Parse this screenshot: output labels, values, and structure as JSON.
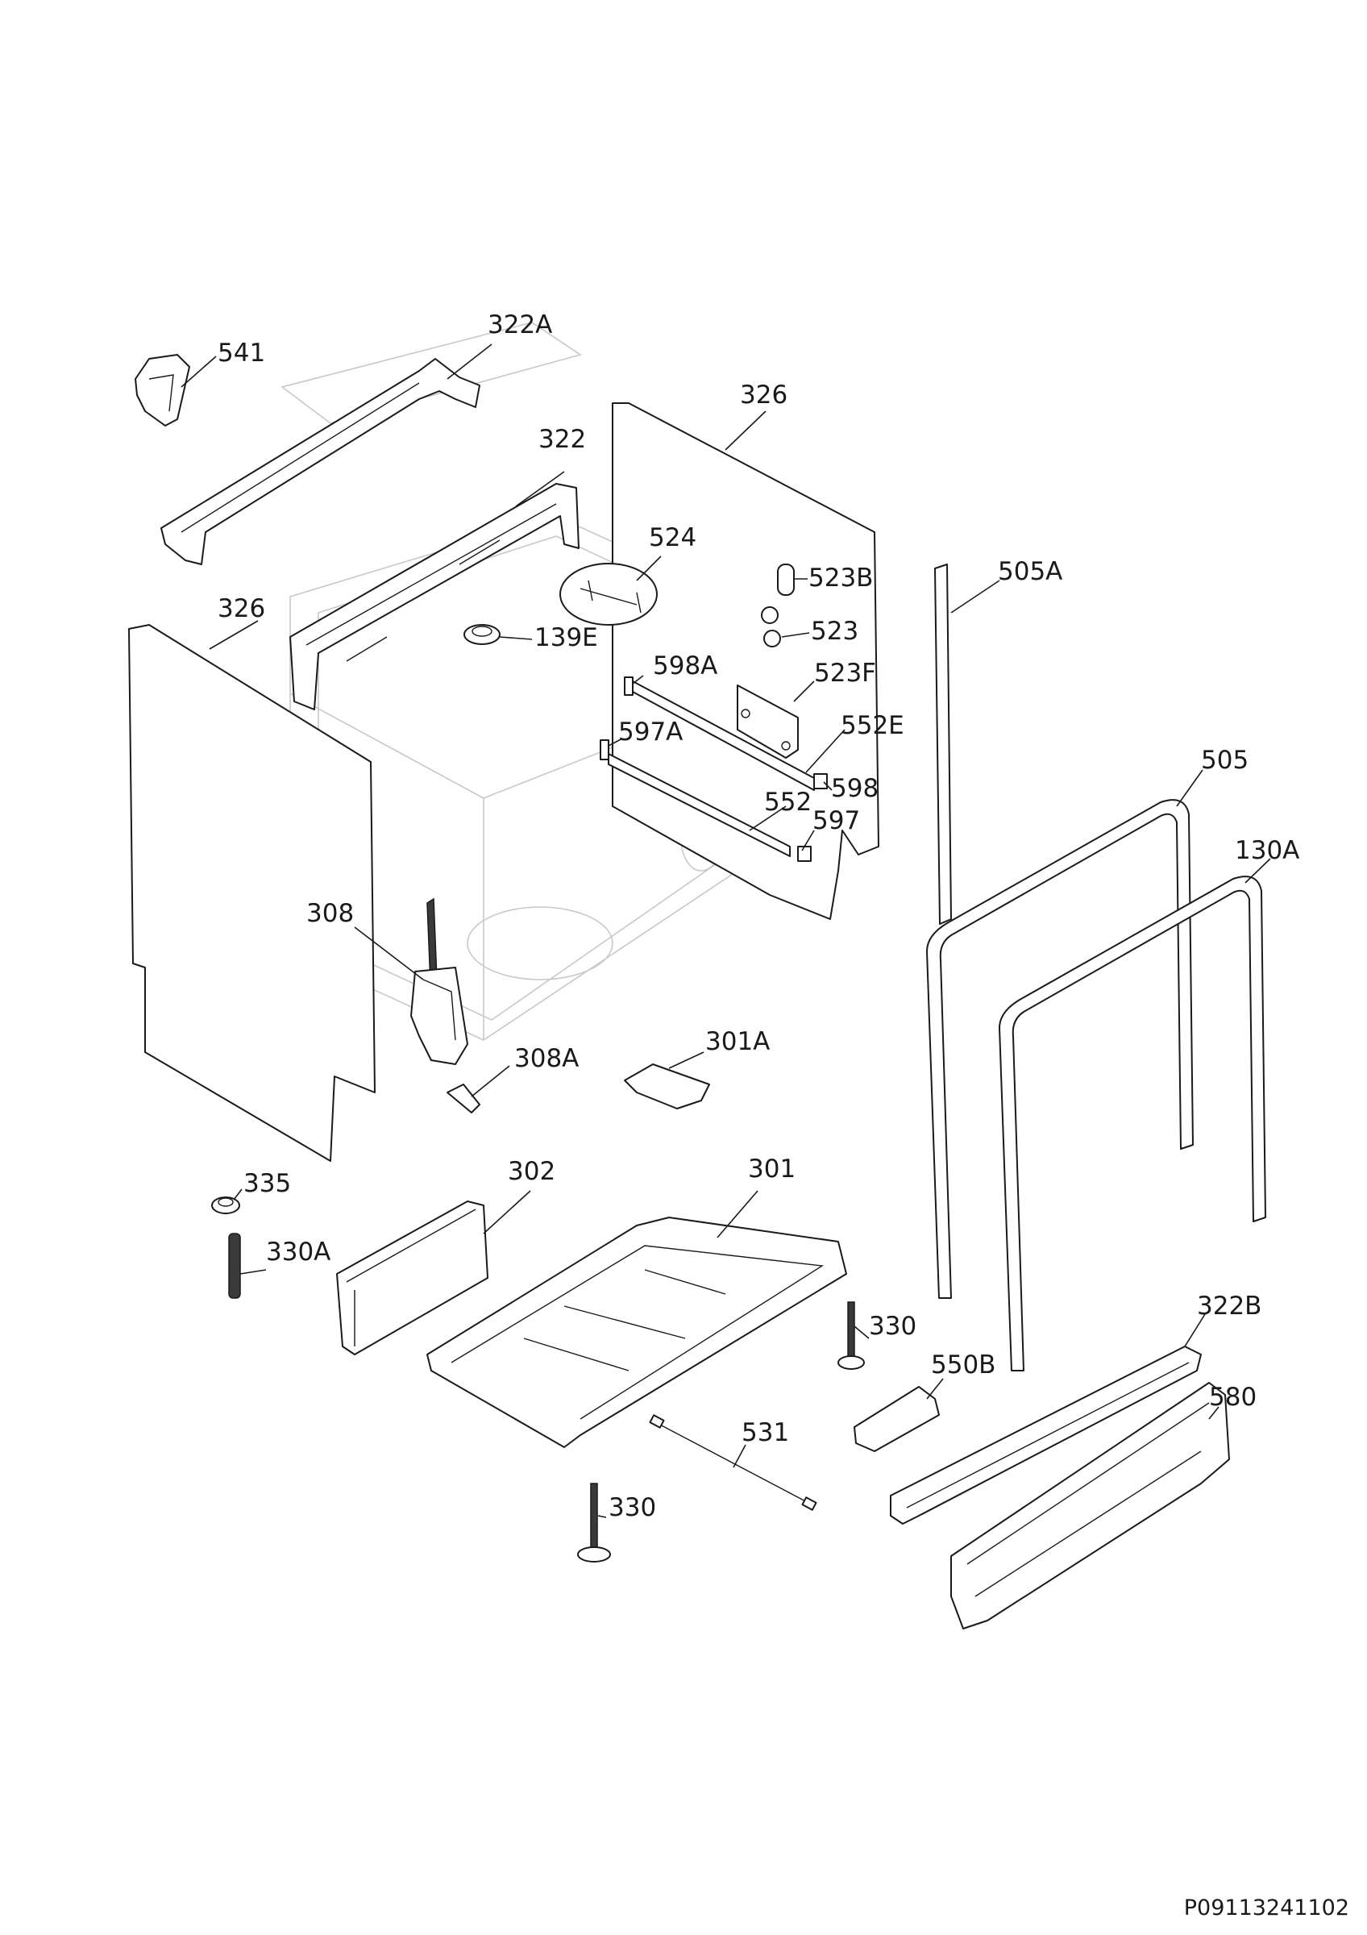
{
  "document_id": "P09113241102",
  "callouts": {
    "c541": "541",
    "c322A": "322A",
    "c326_top": "326",
    "c322": "322",
    "c524": "524",
    "c523B": "523B",
    "c505A": "505A",
    "c326_left": "326",
    "c139E": "139E",
    "c523": "523",
    "c598A": "598A",
    "c523F": "523F",
    "c597A": "597A",
    "c552E": "552E",
    "c505": "505",
    "c598": "598",
    "c552": "552",
    "c130A": "130A",
    "c597": "597",
    "c308": "308",
    "c301A": "301A",
    "c308A": "308A",
    "c335": "335",
    "c302": "302",
    "c301": "301",
    "c330A": "330A",
    "c330_right": "330",
    "c322B": "322B",
    "c550B": "550B",
    "c580": "580",
    "c531": "531",
    "c330_bottom": "330"
  }
}
